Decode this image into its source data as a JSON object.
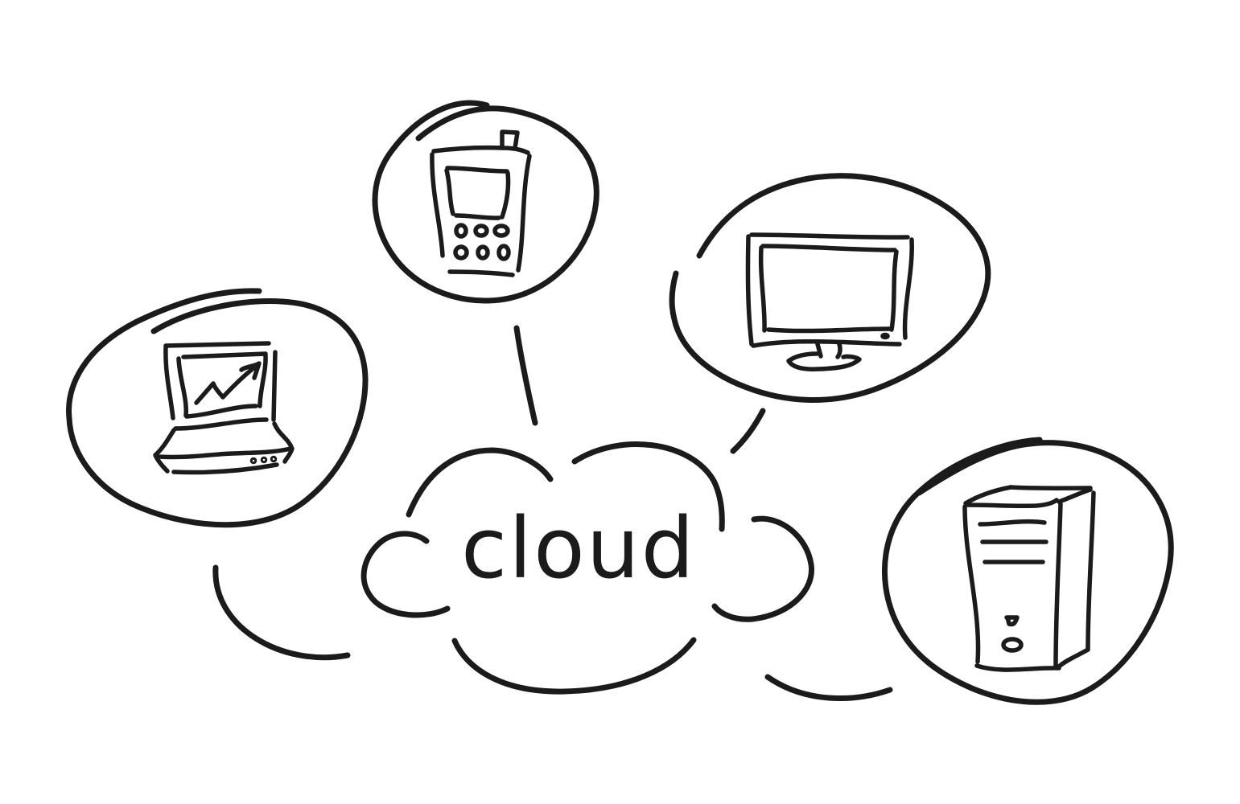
{
  "diagram": {
    "center_label": "cloud",
    "stroke_color": "#1b1b1b",
    "background_color": "#ffffff",
    "nodes": [
      {
        "id": "laptop",
        "icon": "laptop-icon"
      },
      {
        "id": "mobile",
        "icon": "mobile-phone-icon"
      },
      {
        "id": "monitor",
        "icon": "monitor-icon"
      },
      {
        "id": "desktop-tower",
        "icon": "desktop-tower-icon"
      }
    ]
  }
}
